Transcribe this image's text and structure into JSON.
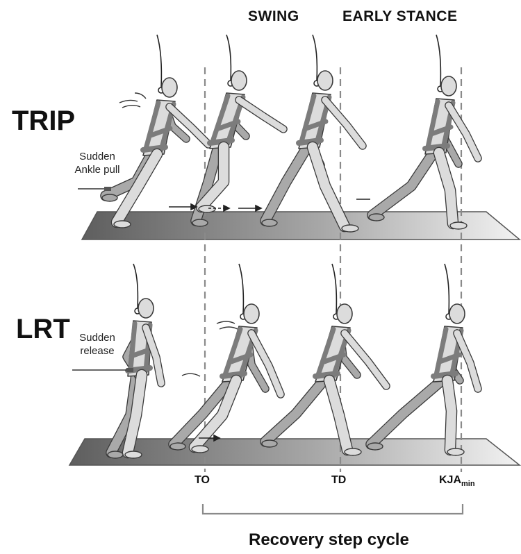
{
  "phases": {
    "swing": "SWING",
    "early_stance": "EARLY STANCE"
  },
  "conditions": {
    "trip": {
      "label": "TRIP",
      "cue_line1": "Sudden",
      "cue_line2": "Ankle pull"
    },
    "lrt": {
      "label": "LRT",
      "cue_line1": "Sudden",
      "cue_line2": "release"
    }
  },
  "events": {
    "to": "TO",
    "td": "TD",
    "kja_base": "KJA",
    "kja_sub": "min"
  },
  "cycle_label": "Recovery step cycle",
  "colors": {
    "skin": "#dcdcdc",
    "outline": "#3a3a3a",
    "harness": "#7c7c7c",
    "rear_limb": "#a9a9a9",
    "walkway_dark": "#5e5e5e",
    "walkway_light": "#f2f2f2",
    "dashed_line": "#8a8a8a"
  }
}
